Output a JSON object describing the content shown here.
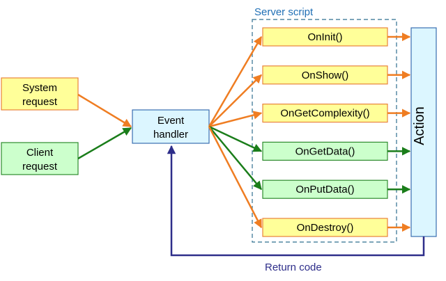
{
  "colors": {
    "orange": "#ef7d22",
    "green": "#1a7d1a",
    "navy": "#2e2e8a",
    "yellow_fill": "#ffff99",
    "yellow_stroke": "#e8823a",
    "green_fill": "#ccffcc",
    "green_stroke": "#2e8b2e",
    "blue_fill": "#dcf6ff",
    "blue_stroke": "#3a6fb0",
    "dashed_border": "#2f6f8f",
    "label_blue": "#1f6fb5"
  },
  "inputs": {
    "system_request": [
      "System",
      "request"
    ],
    "client_request": [
      "Client",
      "request"
    ]
  },
  "event_handler": [
    "Event",
    "handler"
  ],
  "server_script": {
    "label": "Server script",
    "methods": [
      {
        "name": "OnInit()",
        "kind": "system"
      },
      {
        "name": "OnShow()",
        "kind": "system"
      },
      {
        "name": "OnGetComplexity()",
        "kind": "system"
      },
      {
        "name": "OnGetData()",
        "kind": "client"
      },
      {
        "name": "OnPutData()",
        "kind": "client"
      },
      {
        "name": "OnDestroy()",
        "kind": "system"
      }
    ]
  },
  "action": "Action",
  "return_label": "Return code"
}
